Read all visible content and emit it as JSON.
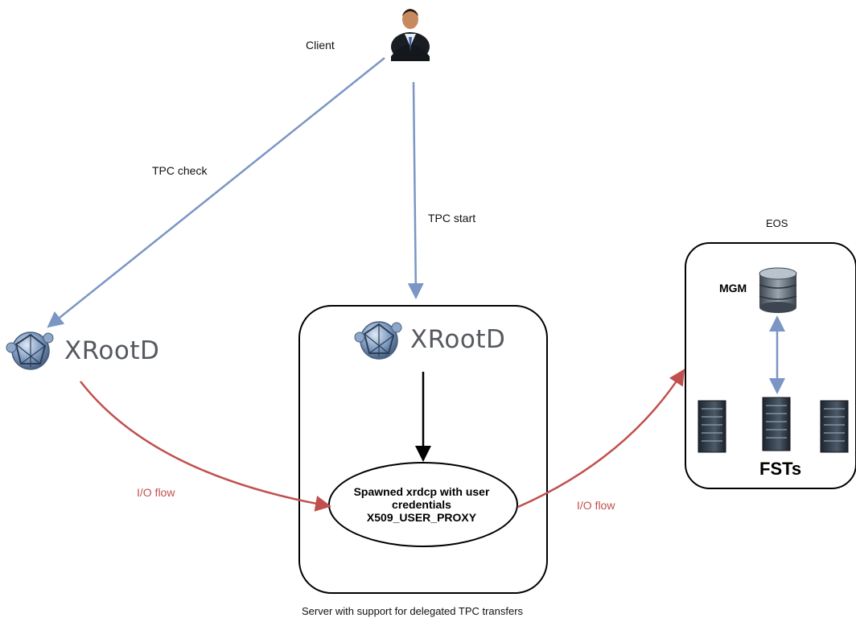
{
  "client": {
    "label": "Client",
    "icon": "person-icon"
  },
  "arrows": {
    "tpc_check": "TPC check",
    "tpc_start": "TPC start",
    "io_flow_left": "I/O flow",
    "io_flow_right": "I/O flow"
  },
  "xrootd_left": {
    "label": "XRootD",
    "icon": "xrootd-logo"
  },
  "server": {
    "xrootd_label": "XRootD",
    "process_lines": [
      "Spawned xrdcp with user",
      "credentials",
      "X509_USER_PROXY"
    ],
    "caption": "Server with support for delegated TPC transfers"
  },
  "eos": {
    "title": "EOS",
    "mgm_label": "MGM",
    "fsts_label": "FSTs"
  },
  "colors": {
    "blue_arrow": "#7b96c4",
    "red_arrow": "#c0504d",
    "text": "#111111"
  }
}
